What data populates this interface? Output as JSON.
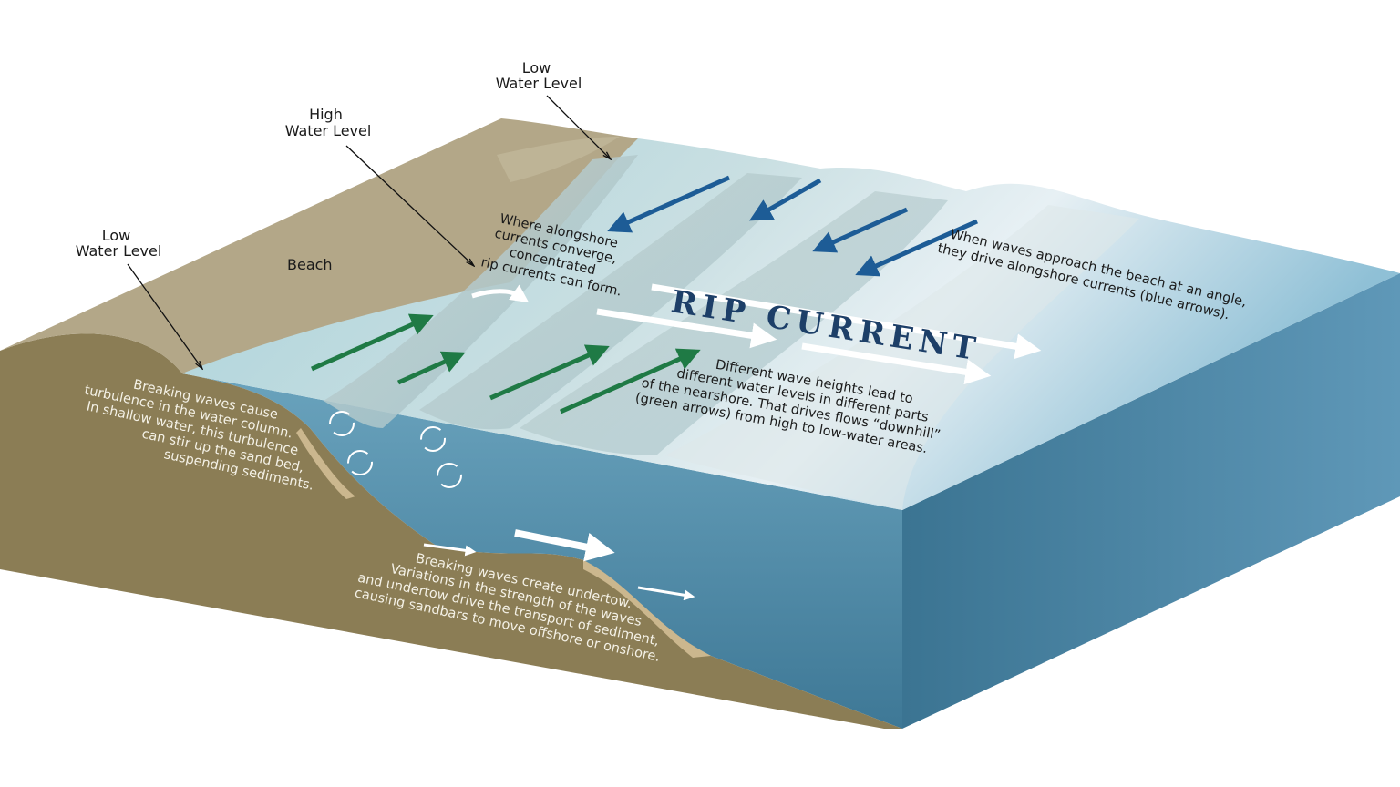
{
  "labels": {
    "low_water_top": [
      "Low",
      "Water Level"
    ],
    "high_water": [
      "High",
      "Water Level"
    ],
    "low_water_left": [
      "Low",
      "Water Level"
    ],
    "beach": "Beach",
    "rip_current": "RIP CURRENT"
  },
  "annotations": {
    "converge": [
      "Where alongshore",
      "currents converge,",
      "concentrated",
      "rip currents can form."
    ],
    "alongshore": [
      "When waves approach the beach at an angle,",
      "they drive alongshore currents (blue arrows)."
    ],
    "wave_heights": [
      "Different wave heights lead to",
      "different water levels in different parts",
      "of the nearshore. That drives flows “downhill”",
      "(green arrows) from high to low-water areas."
    ],
    "turbulence": [
      "Breaking waves cause",
      "turbulence in the water column.",
      "In shallow water, this turbulence",
      "can stir up the sand bed,",
      "suspending sediments."
    ],
    "undertow": [
      "Breaking waves create undertow.",
      "Variations in the strength of the waves",
      "and undertow drive the transport of sediment,",
      "causing sandbars to move offshore or onshore."
    ]
  },
  "colors": {
    "alongshore_arrows": "#1d5c96",
    "downhill_arrows": "#1f7a45",
    "rip_arrows": "#ffffff",
    "sand": "#b3a788",
    "sediment": "#8b7d55",
    "water_face": "#4a86a6"
  }
}
